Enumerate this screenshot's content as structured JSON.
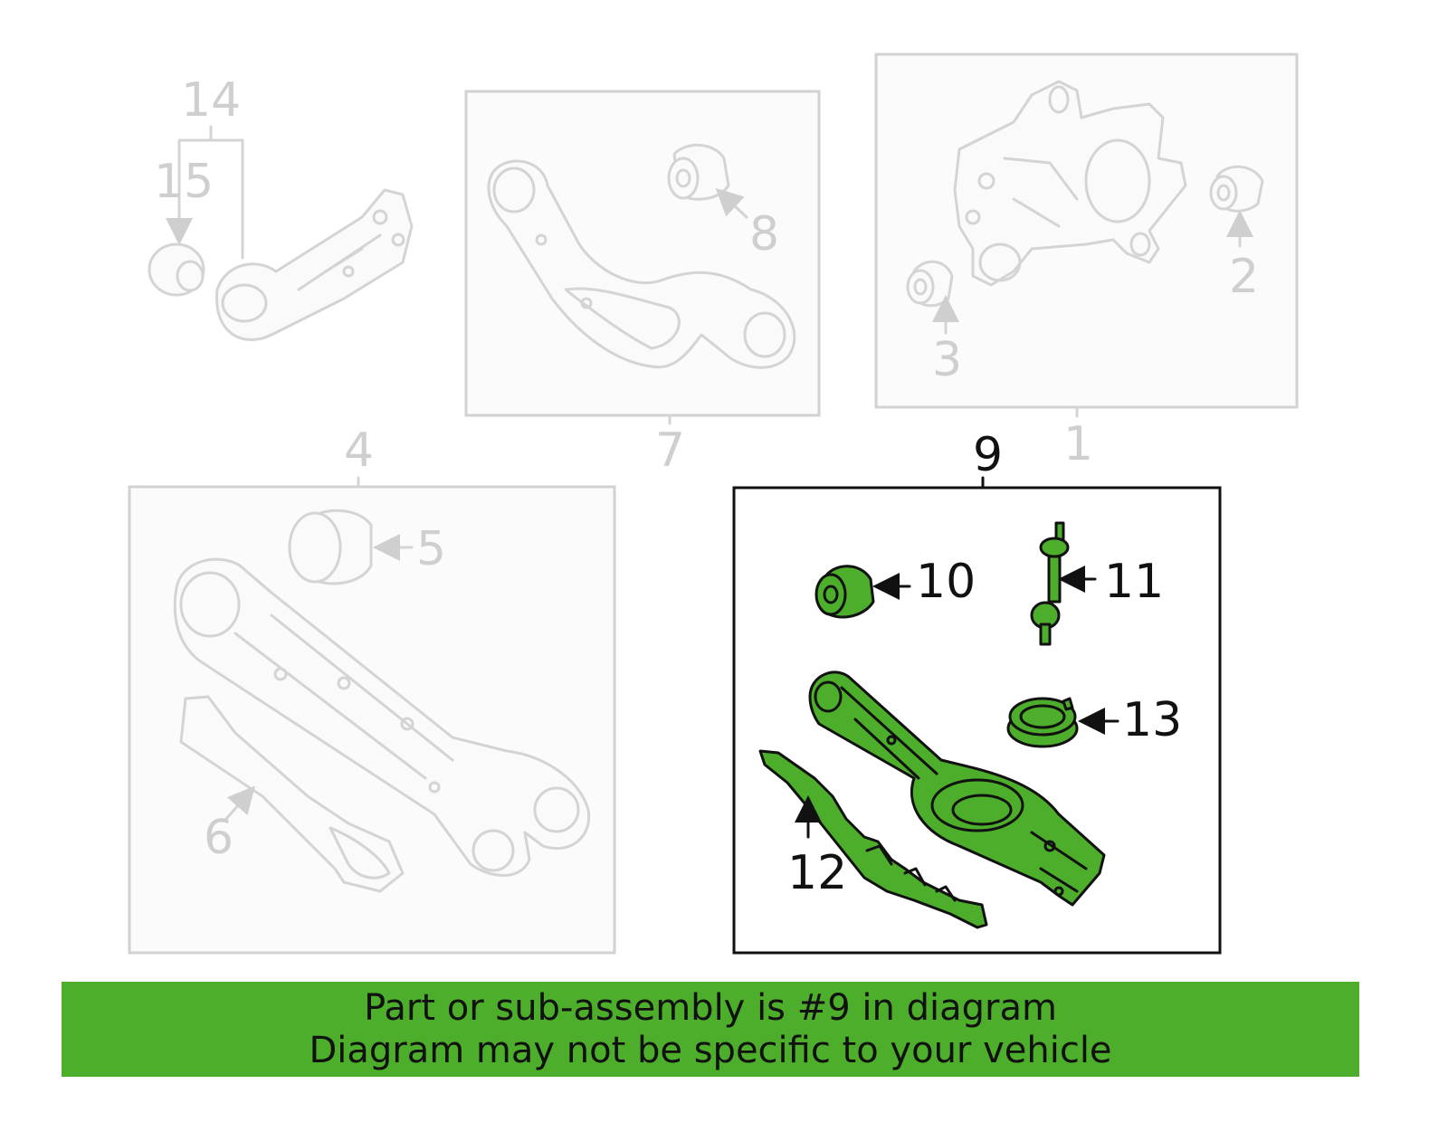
{
  "callouts": {
    "c1": "1",
    "c2": "2",
    "c3": "3",
    "c4": "4",
    "c5": "5",
    "c6": "6",
    "c7": "7",
    "c8": "8",
    "c9": "9",
    "c10": "10",
    "c11": "11",
    "c12": "12",
    "c13": "13",
    "c14": "14",
    "c15": "15"
  },
  "banner": {
    "line1": "Part or sub-assembly is #9 in diagram",
    "line2": "Diagram may not be specific to your vehicle"
  },
  "colors": {
    "highlight": "#4cae2a",
    "dim_line": "#d4d4d4",
    "active_line": "#111111"
  }
}
